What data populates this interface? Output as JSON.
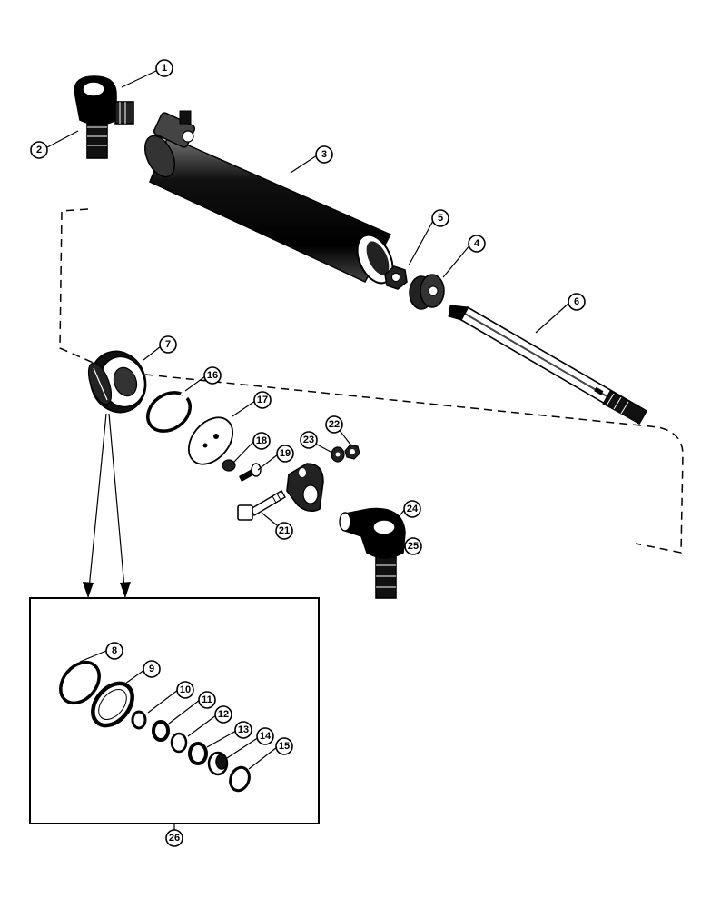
{
  "diagram": {
    "callouts": [
      {
        "id": "c1",
        "label": "1"
      },
      {
        "id": "c2",
        "label": "2"
      },
      {
        "id": "c3",
        "label": "3"
      },
      {
        "id": "c4",
        "label": "4"
      },
      {
        "id": "c5",
        "label": "5"
      },
      {
        "id": "c6",
        "label": "6"
      },
      {
        "id": "c7",
        "label": "7"
      },
      {
        "id": "c8",
        "label": "8"
      },
      {
        "id": "c9",
        "label": "9"
      },
      {
        "id": "c10",
        "label": "10"
      },
      {
        "id": "c11",
        "label": "11"
      },
      {
        "id": "c12",
        "label": "12"
      },
      {
        "id": "c13",
        "label": "13"
      },
      {
        "id": "c14",
        "label": "14"
      },
      {
        "id": "c15",
        "label": "15"
      },
      {
        "id": "c16",
        "label": "16"
      },
      {
        "id": "c17",
        "label": "17"
      },
      {
        "id": "c18",
        "label": "18"
      },
      {
        "id": "c19",
        "label": "19"
      },
      {
        "id": "c21",
        "label": "21"
      },
      {
        "id": "c22",
        "label": "22"
      },
      {
        "id": "c23",
        "label": "23"
      },
      {
        "id": "c24",
        "label": "24"
      },
      {
        "id": "c25",
        "label": "25"
      },
      {
        "id": "c26",
        "label": "26"
      }
    ]
  }
}
